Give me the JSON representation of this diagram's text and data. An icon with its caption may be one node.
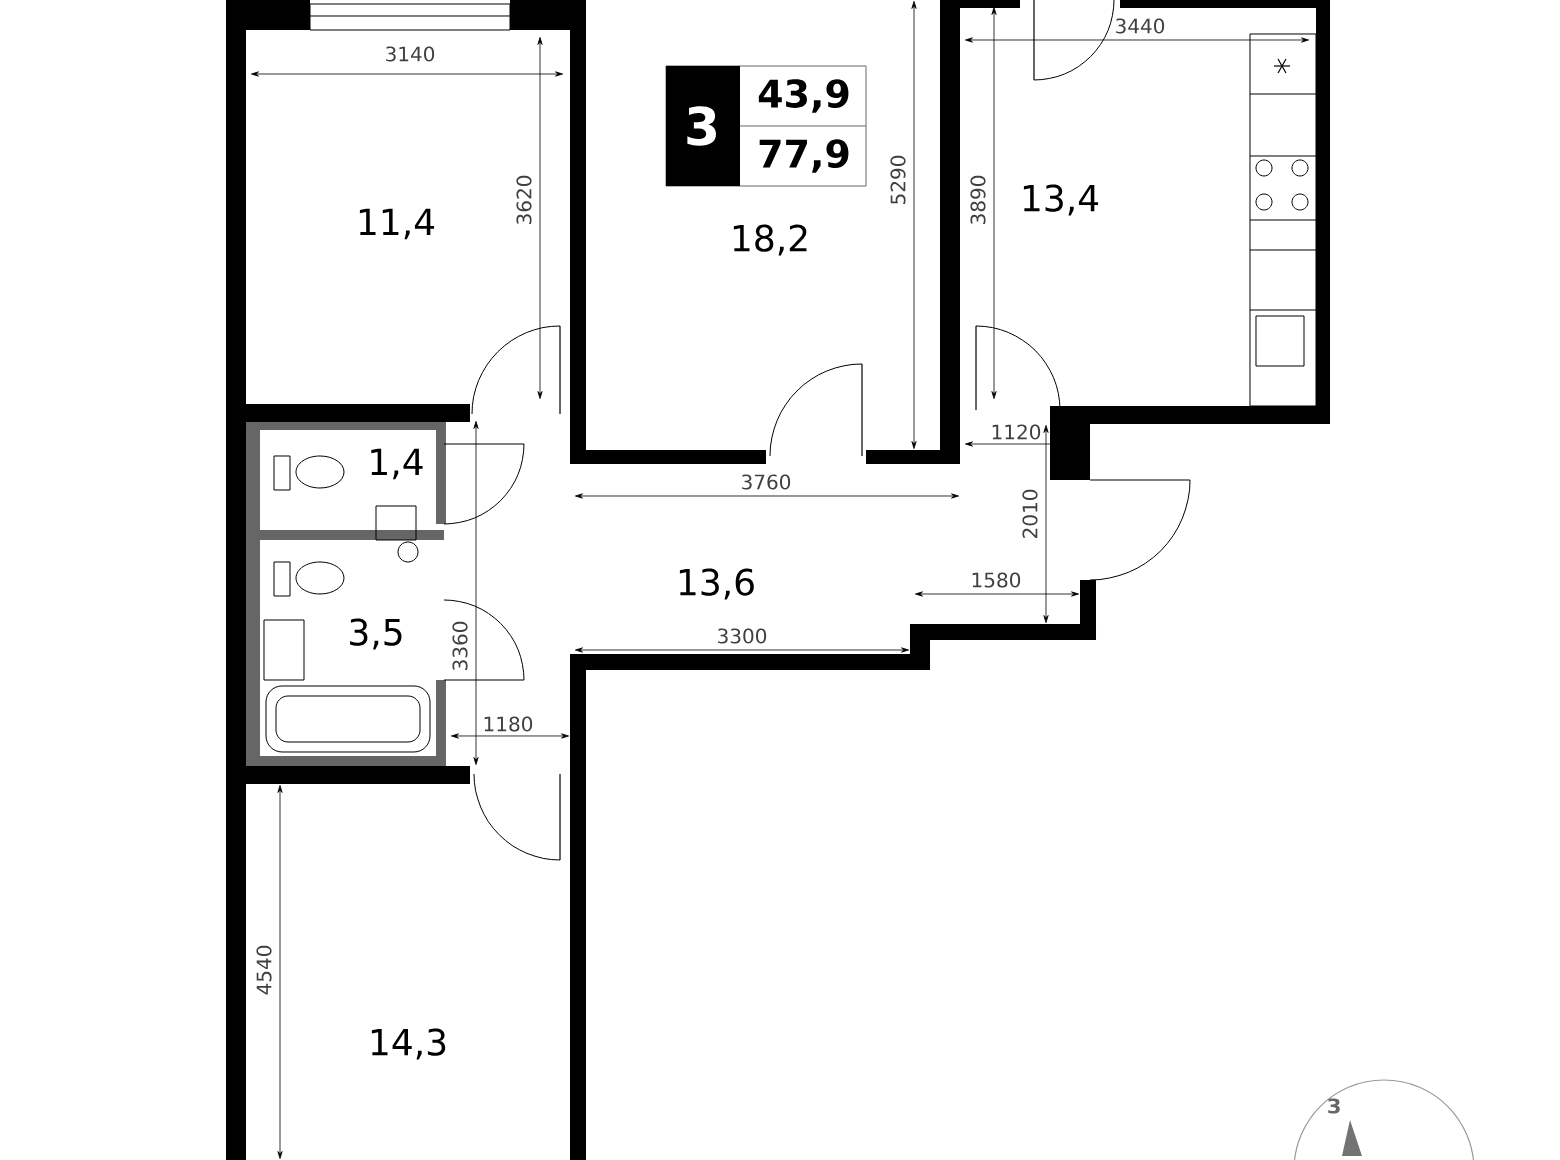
{
  "diagram": {
    "nodes": [
      {
        "text": [
          "11,4"
        ]
      },
      {
        "text": [
          "18,2"
        ]
      },
      {
        "text": [
          "13,4"
        ]
      },
      {
        "text": [
          "1,4"
        ]
      },
      {
        "text": [
          "13,6"
        ]
      },
      {
        "text": [
          "3,5"
        ]
      },
      {
        "text": [
          "14,3"
        ]
      },
      {
        "text": [
          "3",
          "43,9",
          "77,9"
        ]
      }
    ],
    "labels": [
      "3140",
      "3440",
      "3620",
      "5290",
      "3890",
      "1120",
      "3760",
      "2010",
      "1580",
      "3300",
      "3360",
      "1180",
      "4540",
      "З"
    ]
  }
}
